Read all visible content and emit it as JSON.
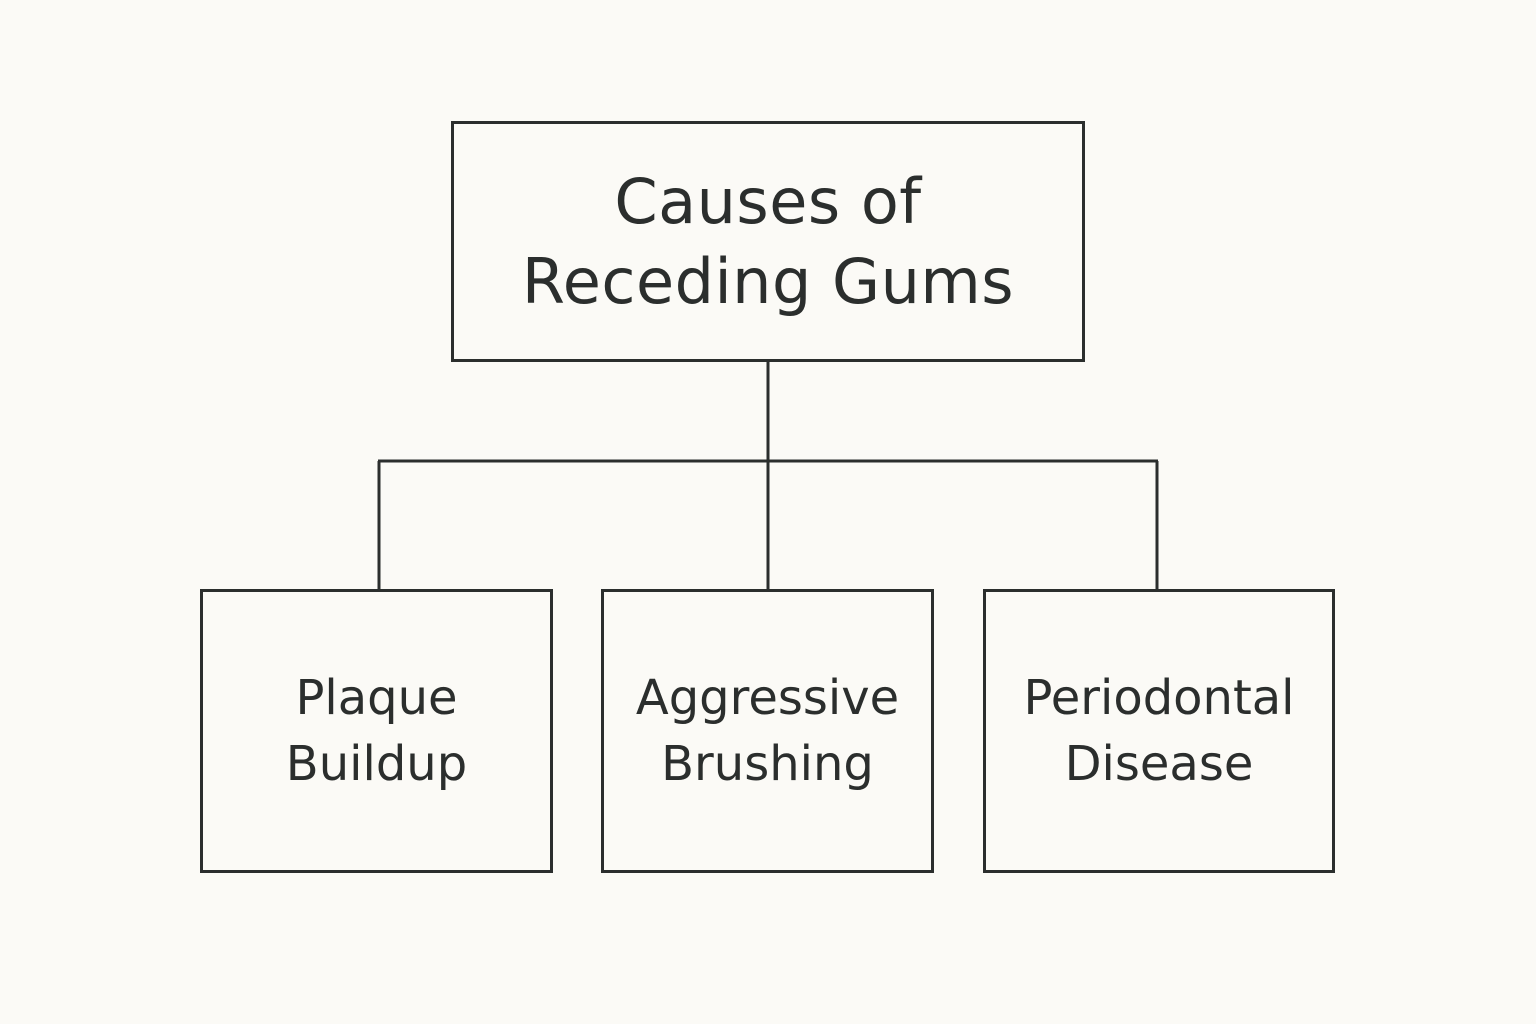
{
  "root": {
    "line1": "Causes of",
    "line2": "Receding Gums"
  },
  "children": [
    {
      "line1": "Plaque",
      "line2": "Buildup"
    },
    {
      "line1": "Aggressive",
      "line2": "Brushing"
    },
    {
      "line1": "Periodontal",
      "line2": "Disease"
    }
  ],
  "colors": {
    "background": "#fbfaf6",
    "stroke": "#2b2e2d",
    "text": "#2b2e2d"
  }
}
